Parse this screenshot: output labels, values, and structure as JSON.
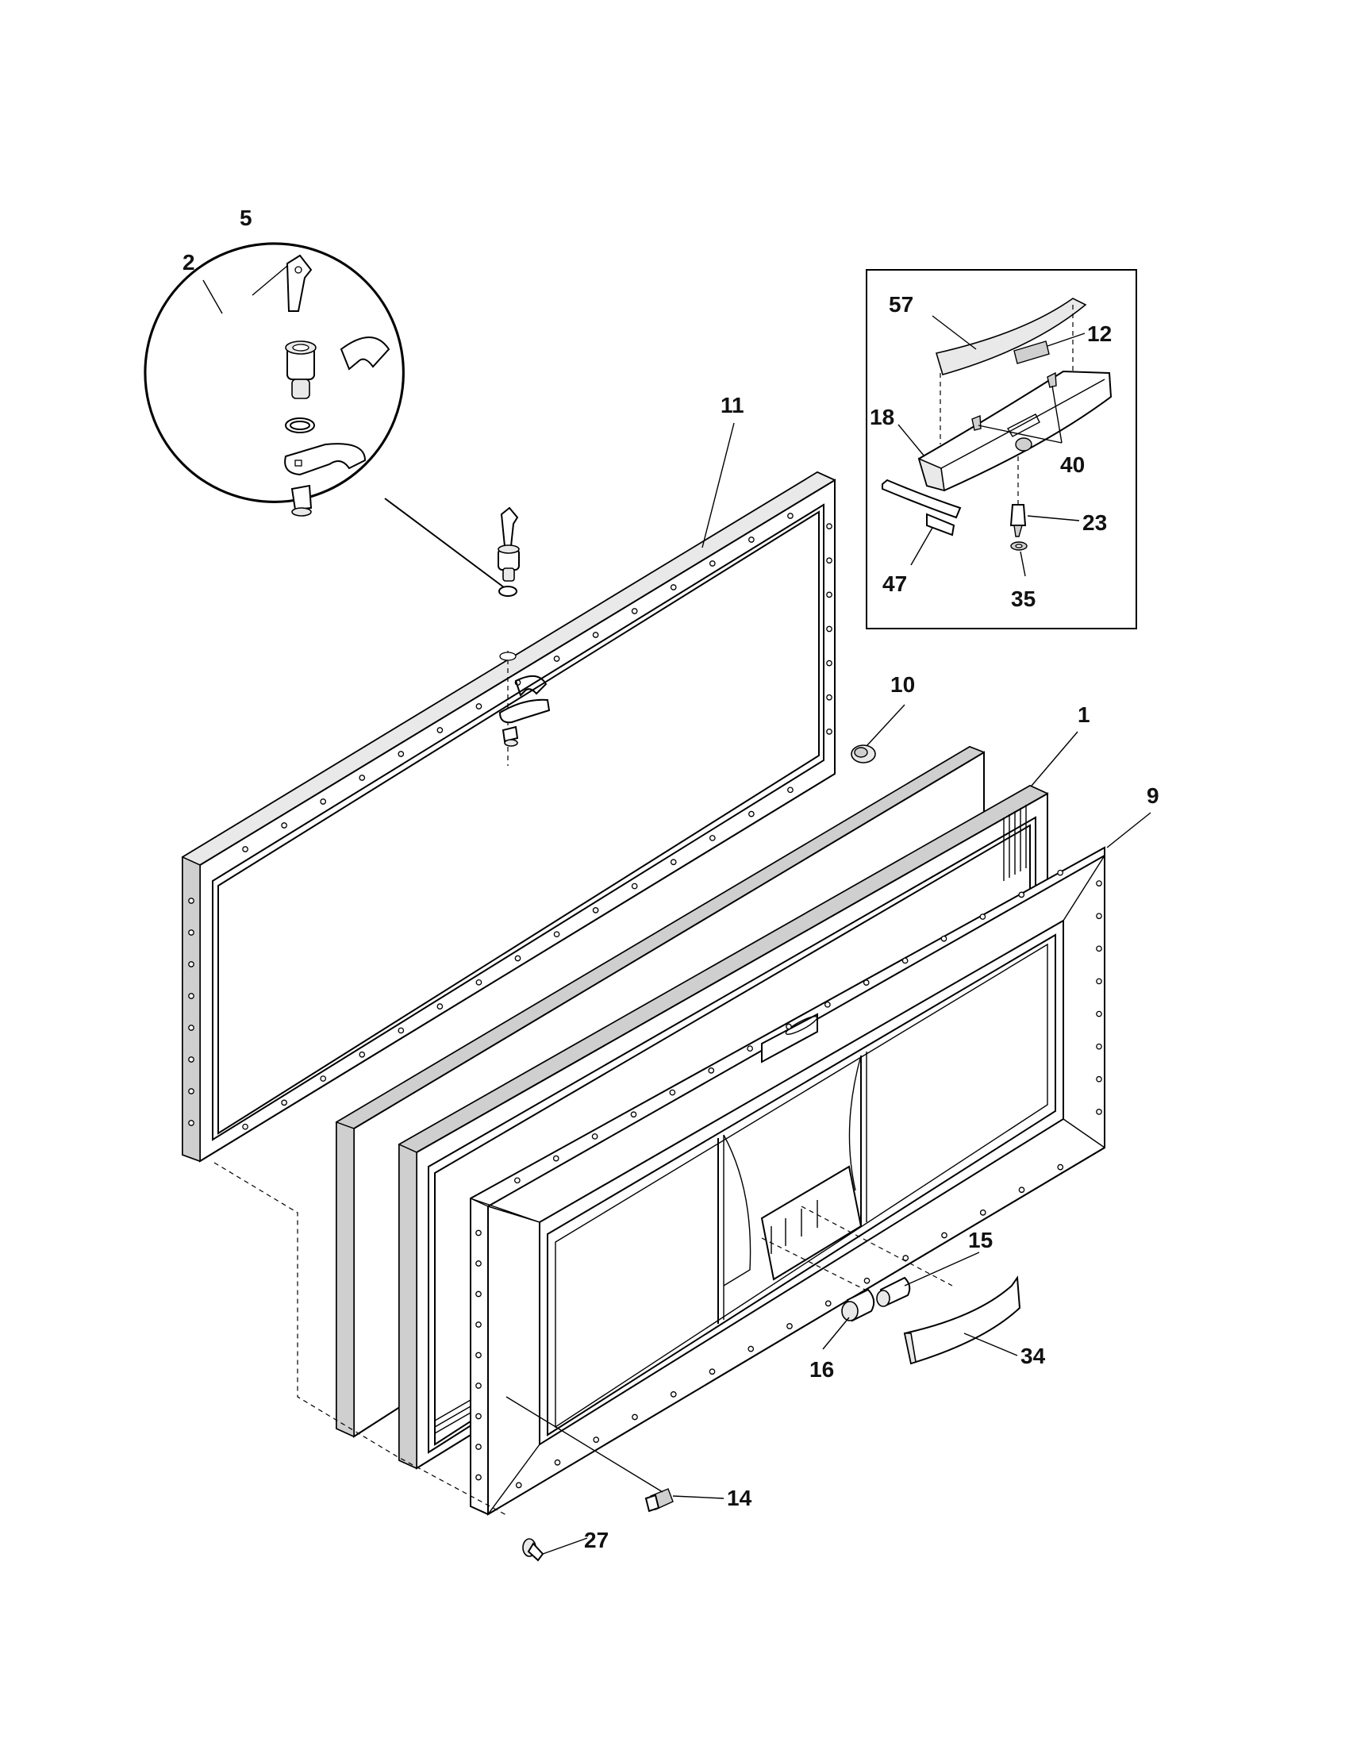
{
  "diagram": {
    "callouts": {
      "c1": "1",
      "c2": "2",
      "c5": "5",
      "c9": "9",
      "c10": "10",
      "c11": "11",
      "c12": "12",
      "c14": "14",
      "c15": "15",
      "c16": "16",
      "c18": "18",
      "c23": "23",
      "c27": "27",
      "c34": "34",
      "c35": "35",
      "c40": "40",
      "c47": "47",
      "c57": "57"
    }
  }
}
